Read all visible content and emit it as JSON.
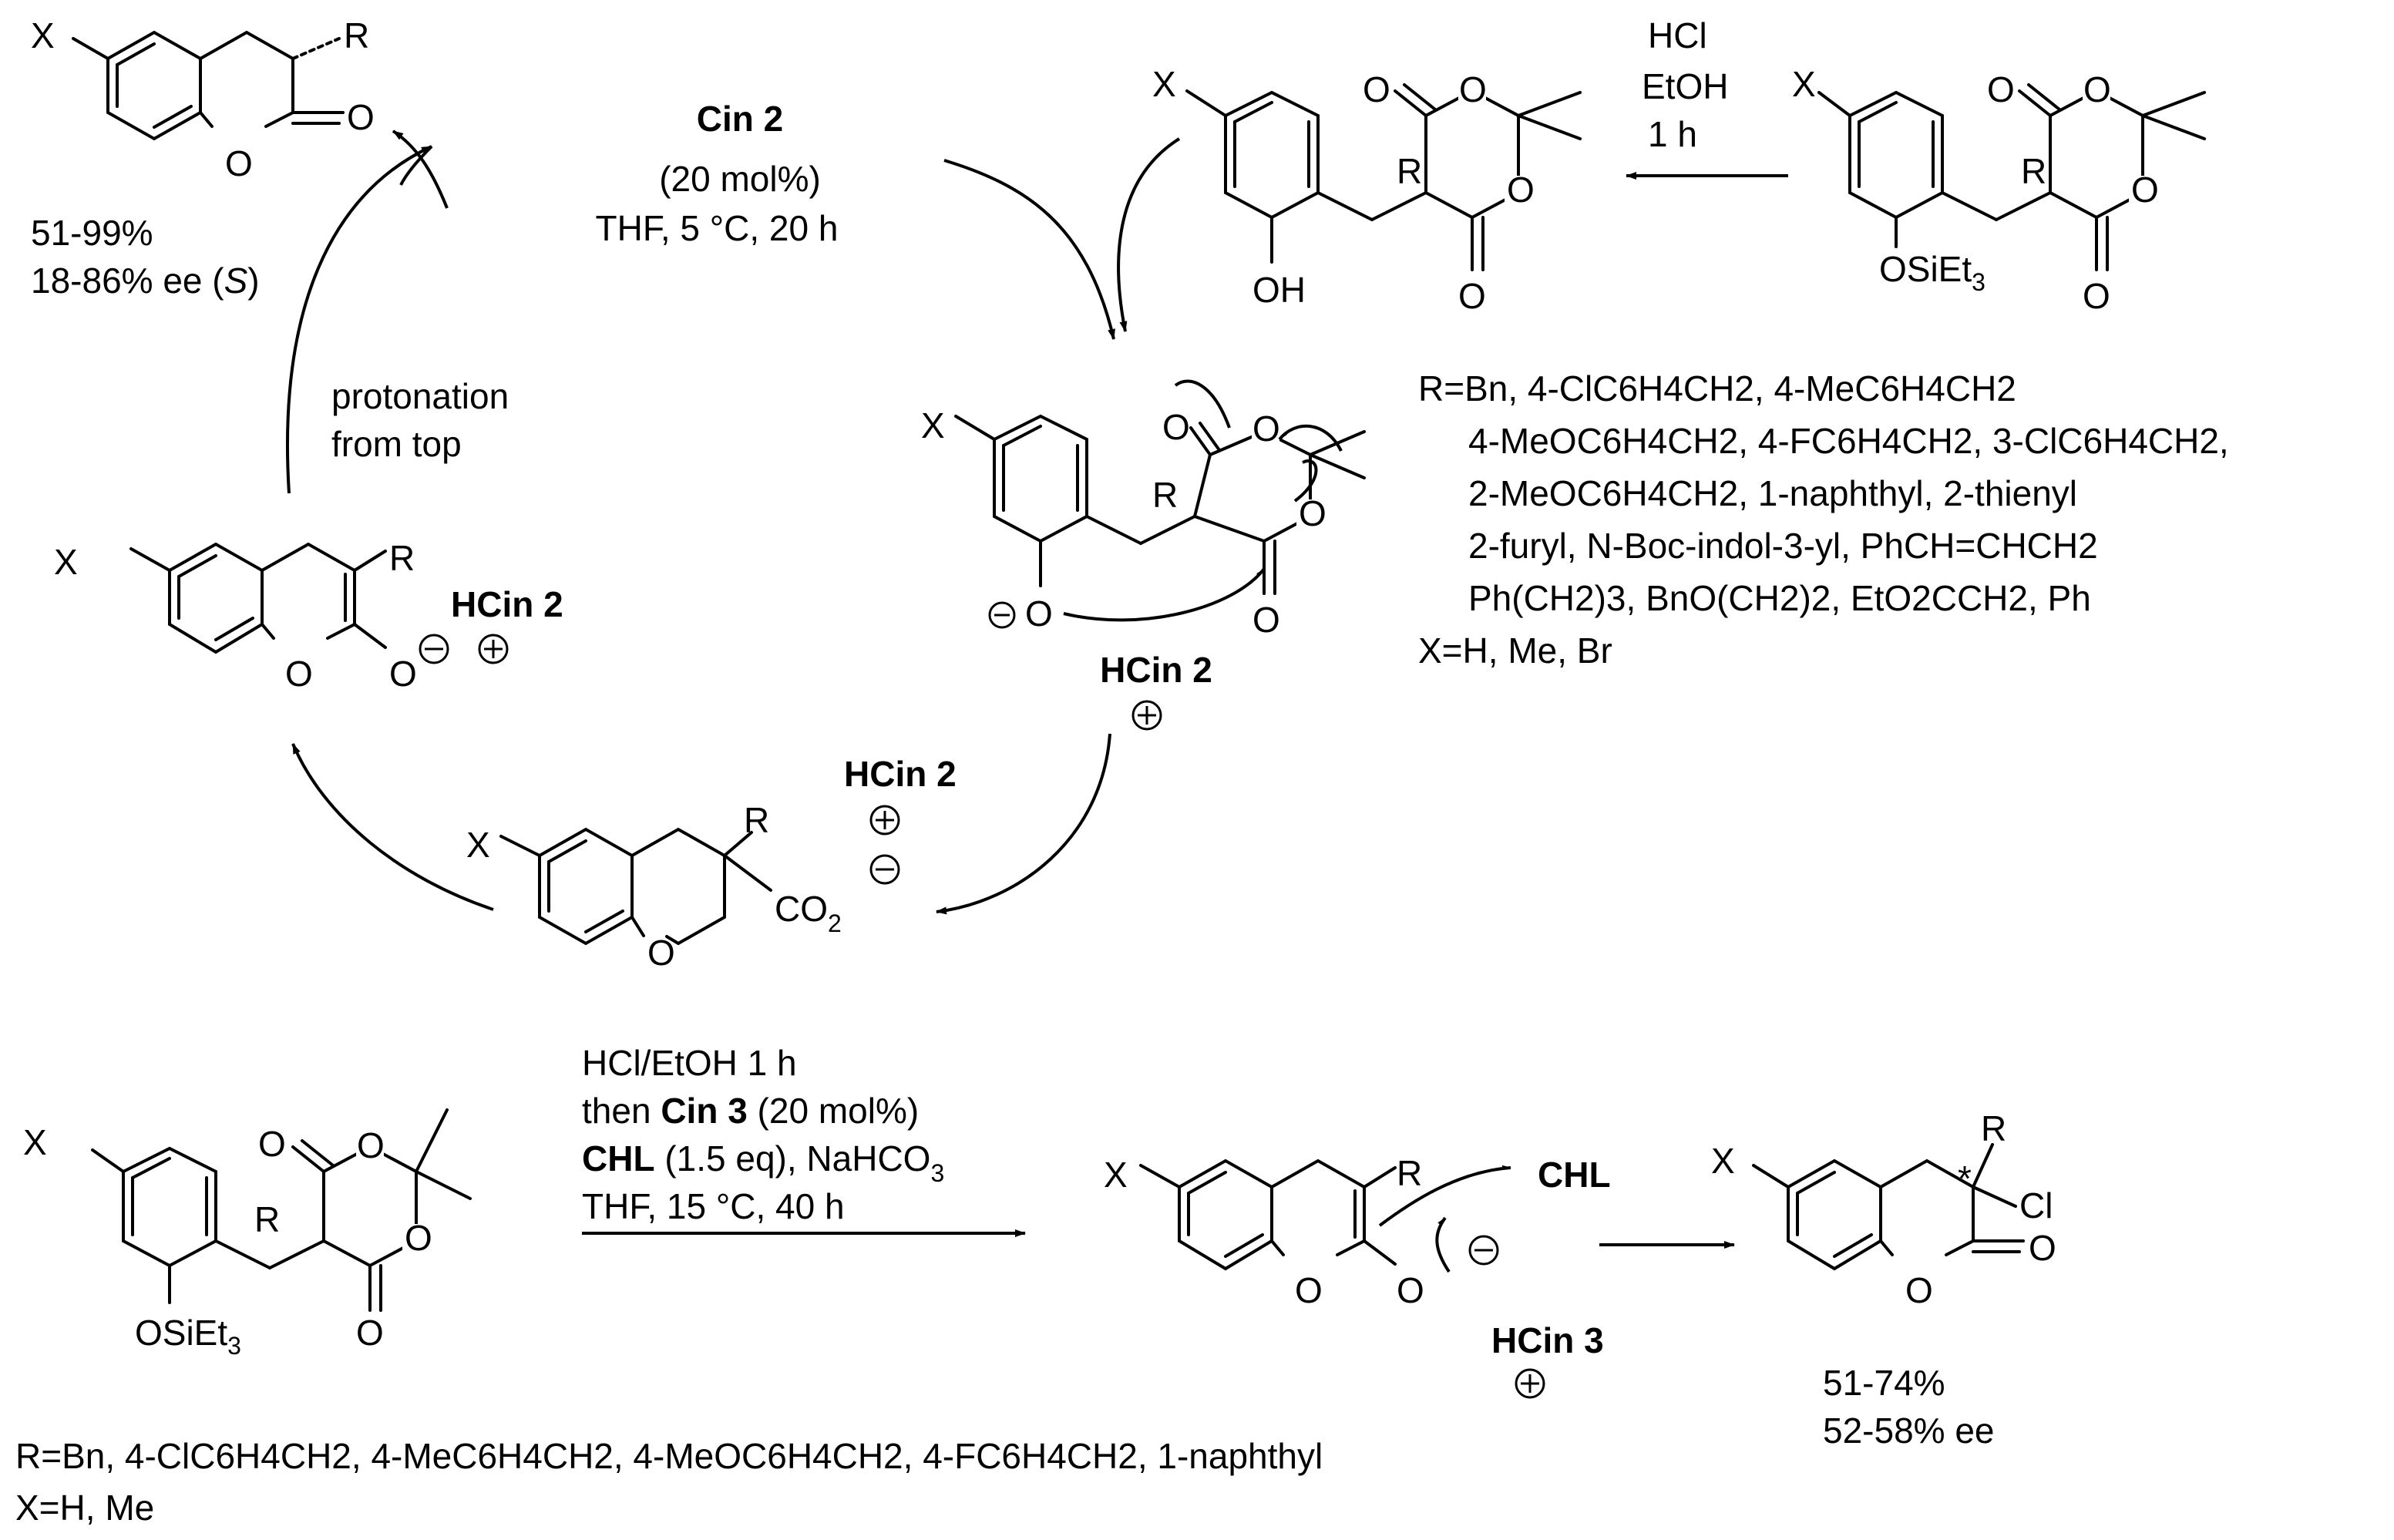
{
  "atoms": {
    "X": "X",
    "R": "R",
    "O": "O",
    "OH": "OH",
    "Cl": "Cl",
    "OSiEt3_main": "OSiEt",
    "OSiEt3_sub": "3",
    "CO2_main": "CO",
    "CO2_sub": "2",
    "star": "*"
  },
  "catalysts": {
    "cin2": "Cin 2",
    "hcin2": "HCin 2",
    "hcin3": "HCin 3",
    "chl": "CHL"
  },
  "conditions": {
    "deprotect": [
      "HCl",
      "EtOH",
      "1 h"
    ],
    "cycle_cat": "Cin 2",
    "cycle_loading": "(20 mol%)",
    "cycle_temp": "THF, 5 °C, 20 h",
    "protonation": [
      "protonation",
      "from top"
    ],
    "bottom_line1": "HCl/EtOH 1 h",
    "bottom_line2_pre": "then ",
    "bottom_line2_cat": "Cin 3",
    "bottom_line2_post": " (20 mol%)",
    "bottom_line3_bold": "CHL",
    "bottom_line3_post": " (1.5 eq), NaHCO",
    "bottom_line3_sub": "3",
    "bottom_line4": "THF, 15 °C, 40 h"
  },
  "yields": {
    "top_yield": "51-99%",
    "top_ee_pre": "18-86% ee (",
    "top_ee_italic": "S",
    "top_ee_post": ")",
    "bottom_yield": "51-74%",
    "bottom_ee": "52-58% ee"
  },
  "substituents_top": {
    "line1": "R=Bn, 4-ClC6H4CH2, 4-MeC6H4CH2",
    "line2": "4-MeOC6H4CH2, 4-FC6H4CH2, 3-ClC6H4CH2,",
    "line3": "2-MeOC6H4CH2, 1-naphthyl, 2-thienyl",
    "line4": "2-furyl, N-Boc-indol-3-yl, PhCH=CHCH2",
    "line5": "Ph(CH2)3, BnO(CH2)2, EtO2CCH2, Ph",
    "line6": "X=H, Me, Br"
  },
  "substituents_bottom": {
    "line1": "R=Bn, 4-ClC6H4CH2, 4-MeC6H4CH2, 4-MeOC6H4CH2, 4-FC6H4CH2, 1-naphthyl",
    "line2": "X=H, Me"
  }
}
